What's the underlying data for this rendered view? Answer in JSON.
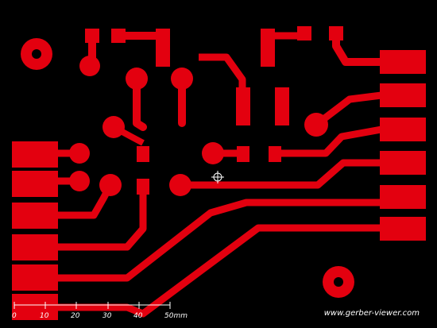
{
  "viewer": {
    "background_color": "#000000",
    "copper_color": "#e3000f"
  },
  "scale_bar": {
    "ticks": [
      "0",
      "10",
      "20",
      "30",
      "40",
      "50mm"
    ]
  },
  "cursor": {
    "icon": "crosshair-icon"
  },
  "watermark": {
    "text": "www.gerber-viewer.com"
  }
}
